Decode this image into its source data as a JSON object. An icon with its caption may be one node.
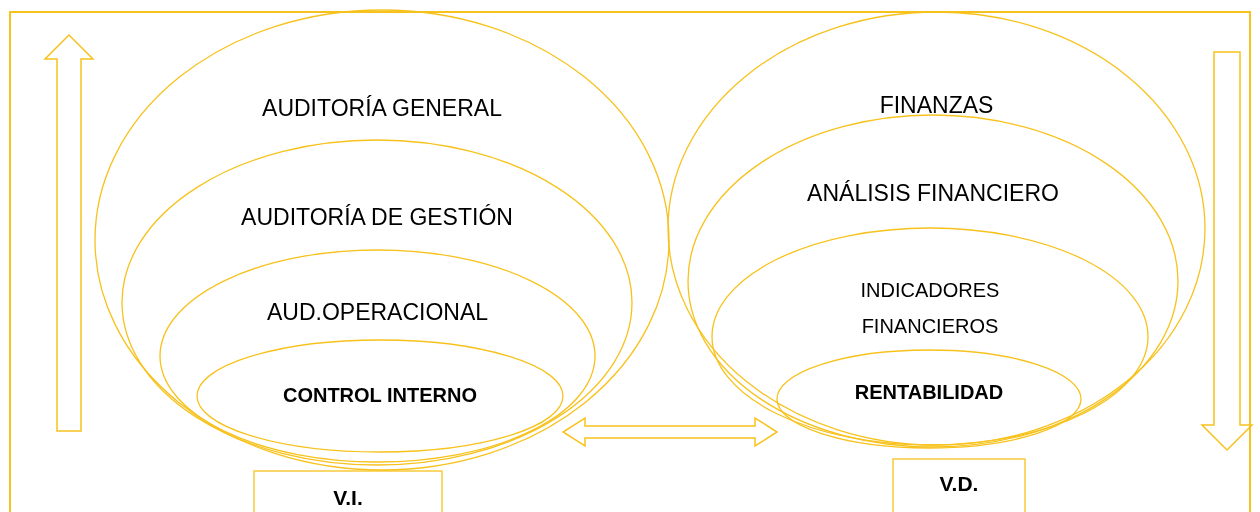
{
  "diagram": {
    "nodes": [
      {
        "text": [
          "AUDITORÍA GENERAL"
        ]
      },
      {
        "text": [
          "AUDITORÍA DE GESTIÓN"
        ],
        "in": 0
      },
      {
        "text": [
          "AUD.OPERACIONAL"
        ],
        "in": 1
      },
      {
        "text": [
          "CONTROL INTERNO"
        ],
        "in": 2
      },
      {
        "text": [
          "FINANZAS"
        ]
      },
      {
        "text": [
          "ANÁLISIS FINANCIERO"
        ],
        "in": 4
      },
      {
        "text": [
          "INDICADORES FINANCIEROS"
        ],
        "in": 5
      },
      {
        "text": [
          "RENTABILIDAD"
        ],
        "in": 6
      },
      {
        "text": [
          "V.I."
        ]
      },
      {
        "text": [
          "V.D."
        ]
      }
    ],
    "edges": [
      {
        "from": 3,
        "to": 7,
        "arrow": "both"
      }
    ]
  }
}
